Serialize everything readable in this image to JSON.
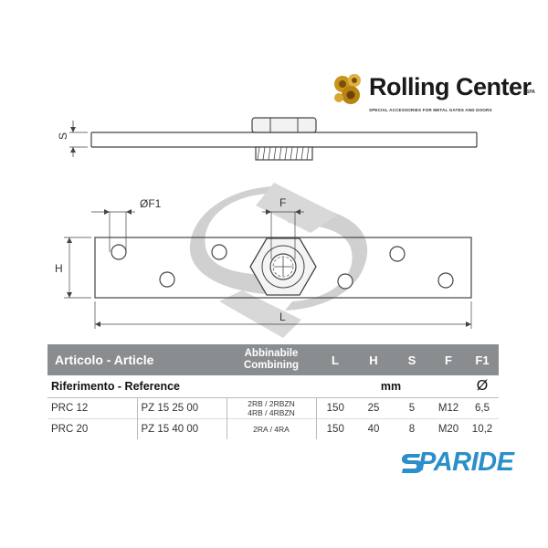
{
  "brand": {
    "name": "Rolling Center",
    "suffix": "SPA",
    "tagline": "SPECIAL ACCESSORIES FOR METAL GATES AND DOORS"
  },
  "drawing": {
    "labels": {
      "thickness": "S",
      "hole_diameter": "ØF1",
      "thread": "F",
      "height": "H",
      "length": "L"
    }
  },
  "table": {
    "headers": {
      "article": "Articolo - Article",
      "combining_it": "Abbinabile",
      "combining_en": "Combining",
      "L": "L",
      "H": "H",
      "S": "S",
      "F": "F",
      "F1": "F1"
    },
    "subheader": {
      "reference": "Riferimento - Reference",
      "unit": "mm",
      "diameter_symbol": "Ø"
    },
    "rows": [
      {
        "article": "PRC 12",
        "code": "PZ 15 25 00",
        "combining_line1": "2RB / 2RBZN",
        "combining_line2": "4RB / 4RBZN",
        "L": "150",
        "H": "25",
        "S": "5",
        "F": "M12",
        "F1": "6,5"
      },
      {
        "article": "PRC 20",
        "code": "PZ 15 40 00",
        "combining_line1": "2RA / 4RA",
        "combining_line2": "",
        "L": "150",
        "H": "40",
        "S": "8",
        "F": "M20",
        "F1": "10,2"
      }
    ]
  },
  "dealer": {
    "name": "PARIDE"
  }
}
